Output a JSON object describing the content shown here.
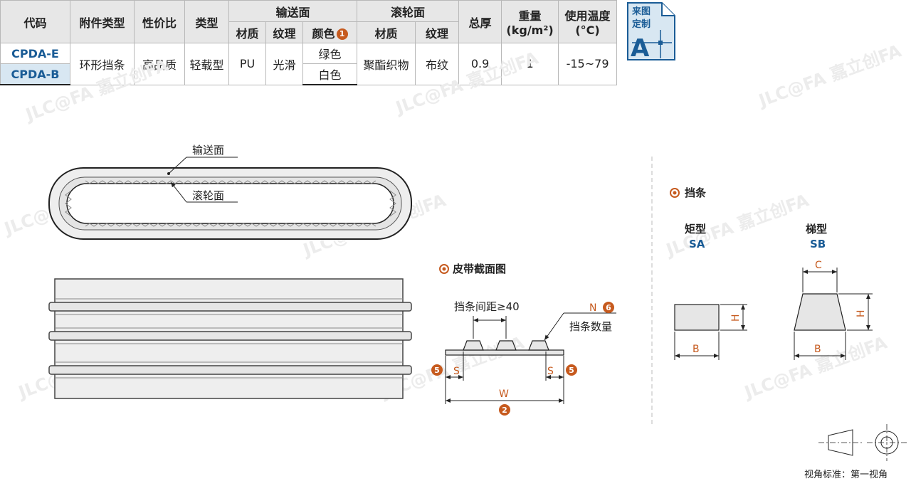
{
  "table": {
    "headers": {
      "code": "代码",
      "accessory_type": "附件类型",
      "cost_performance": "性价比",
      "type": "类型",
      "conveying_surface": "输送面",
      "material": "材质",
      "texture": "纹理",
      "color": "颜色",
      "color_badge": "1",
      "roller_surface": "滚轮面",
      "roller_material": "材质",
      "roller_texture": "纹理",
      "total_thickness": "总厚",
      "weight_line1": "重量",
      "weight_line2": "(kg/m²)",
      "temp_line1": "使用温度",
      "temp_line2": "(°C)"
    },
    "rows": [
      {
        "code": "CPDA-E",
        "color": "绿色"
      },
      {
        "code": "CPDA-B",
        "color": "白色"
      }
    ],
    "shared": {
      "accessory_type": "环形挡条",
      "cost_performance": "高品质",
      "type": "轻载型",
      "material": "PU",
      "texture": "光滑",
      "roller_material": "聚酯织物",
      "roller_texture": "布纹",
      "total_thickness": "0.9",
      "weight": "1",
      "temperature": "-15~79"
    }
  },
  "custom_badge": {
    "line1": "来图",
    "line2": "定制",
    "letter": "A",
    "color": "#1a5c96",
    "bg": "#d8e7f2"
  },
  "belt_drawing": {
    "conveying_label": "输送面",
    "roller_label": "滚轮面"
  },
  "cross_section": {
    "title": "皮带截面图",
    "spacing_label": "挡条间距≥40",
    "n_label": "N",
    "n_badge": "6",
    "count_label": "挡条数量",
    "s_label": "S",
    "s_badge": "5",
    "w_label": "W",
    "w_badge": "2"
  },
  "cleats": {
    "title": "挡条",
    "rect_name": "矩型",
    "rect_code": "SA",
    "trap_name": "梯型",
    "trap_code": "SB",
    "h_label": "H",
    "b_label": "B",
    "c_label": "C"
  },
  "projection_note": "视角标准：第一视角",
  "watermark": "JLC@FA 嘉立创FA",
  "colors": {
    "accent_orange": "#c65a1e",
    "code_blue": "#1a5c96",
    "header_gray": "#e7e7e7",
    "row_highlight": "#d8e7f2"
  }
}
